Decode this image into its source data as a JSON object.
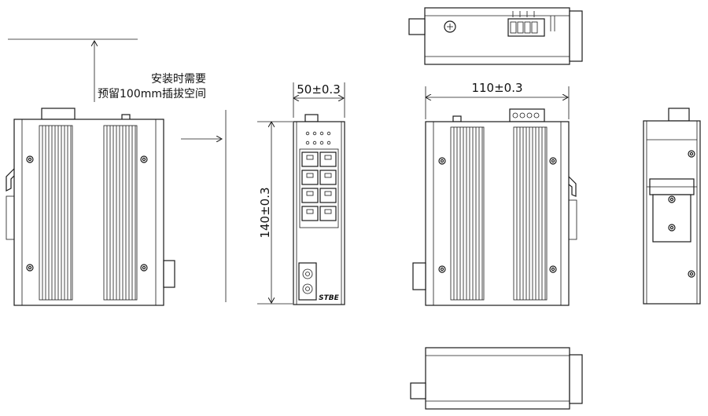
{
  "note": {
    "line1": "安装时需要",
    "line2": "预留100mm插拔空间"
  },
  "dimensions": {
    "width": "50±0.3",
    "height": "140±0.3",
    "depth": "110±0.3"
  },
  "brand_logo_text": "STBE",
  "colors": {
    "line": "#1a1a1a",
    "background": "#ffffff"
  }
}
